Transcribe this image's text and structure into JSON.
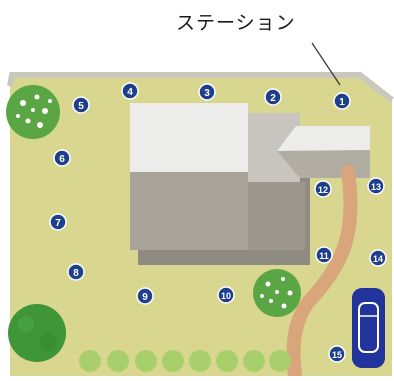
{
  "diagram": {
    "station_label": "ステーション",
    "points": [
      {
        "number": "1"
      },
      {
        "number": "2"
      },
      {
        "number": "3"
      },
      {
        "number": "4"
      },
      {
        "number": "5"
      },
      {
        "number": "6"
      },
      {
        "number": "7"
      },
      {
        "number": "8"
      },
      {
        "number": "9"
      },
      {
        "number": "10"
      },
      {
        "number": "11"
      },
      {
        "number": "12"
      },
      {
        "number": "13"
      },
      {
        "number": "14"
      },
      {
        "number": "15"
      }
    ]
  },
  "colors": {
    "lawn": "#d9d690",
    "lawn_border": "#c9c8bd",
    "marker_fill": "#1e3f8c",
    "marker_text": "#ffffff",
    "path": "#d9a57a",
    "car": "#23339c",
    "hedge": "#a9cf6c",
    "house_light": "#ececea",
    "house_shadow": "#a9a49a",
    "tree": "#4a9a3c"
  }
}
